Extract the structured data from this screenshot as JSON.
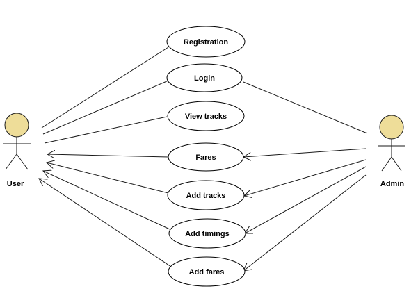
{
  "actors": {
    "user": {
      "label": "User",
      "head_color": "#eedd99"
    },
    "admin": {
      "label": "Admin",
      "head_color": "#eedd99"
    }
  },
  "use_cases": [
    {
      "id": "registration",
      "label": "Registration"
    },
    {
      "id": "login",
      "label": "Login"
    },
    {
      "id": "view-tracks",
      "label": "View tracks"
    },
    {
      "id": "fares",
      "label": "Fares"
    },
    {
      "id": "add-tracks",
      "label": "Add tracks"
    },
    {
      "id": "add-timings",
      "label": "Add timings"
    },
    {
      "id": "add-fares",
      "label": "Add fares"
    }
  ],
  "colors": {
    "line": "#1a1a1a",
    "ellipse_fill": "#ffffff",
    "ellipse_stroke": "#000000"
  }
}
